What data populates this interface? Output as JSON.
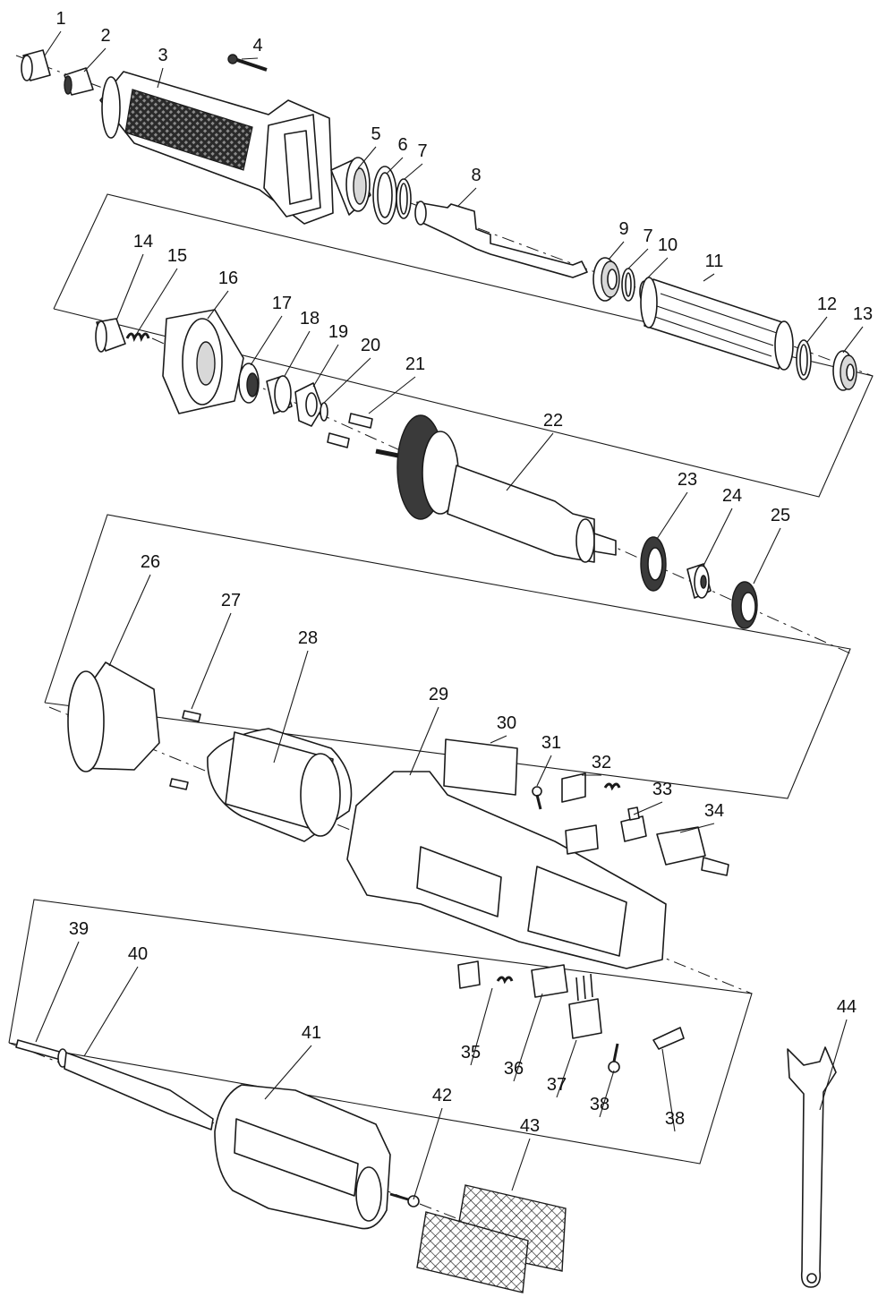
{
  "diagram": {
    "part_labels": [
      "1",
      "2",
      "3",
      "4",
      "5",
      "6",
      "7",
      "8",
      "9",
      "7",
      "10",
      "11",
      "12",
      "13",
      "14",
      "15",
      "16",
      "17",
      "18",
      "19",
      "20",
      "21",
      "22",
      "23",
      "24",
      "25",
      "26",
      "27",
      "28",
      "29",
      "30",
      "31",
      "32",
      "33",
      "34",
      "35",
      "36",
      "37",
      "38",
      "38",
      "39",
      "40",
      "41",
      "42",
      "43",
      "44"
    ],
    "colors": {
      "line": "#1a1a1a",
      "background": "#ffffff",
      "shade": "#3a3a3a"
    }
  }
}
